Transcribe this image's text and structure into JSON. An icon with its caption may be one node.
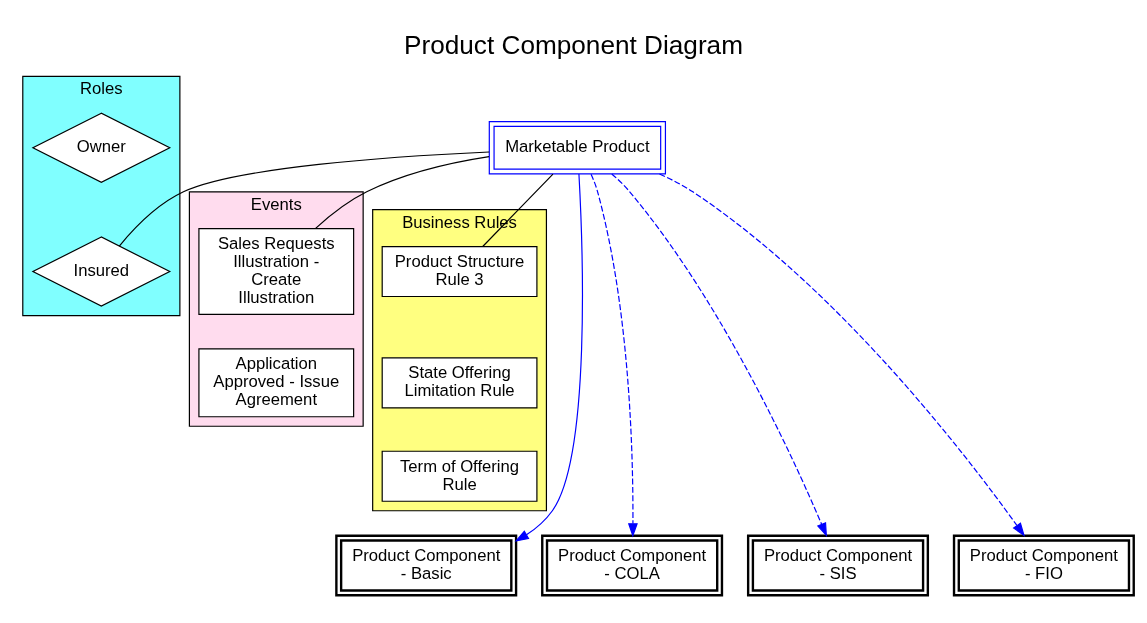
{
  "diagram": {
    "title": "Product Component Diagram",
    "nodes": [
      {
        "text": [
          "Marketable Product"
        ]
      },
      {
        "text": [
          "Roles"
        ]
      },
      {
        "text": [
          "Owner"
        ],
        "in": 1
      },
      {
        "text": [
          "Insured"
        ],
        "in": 1
      },
      {
        "text": [
          "Events"
        ]
      },
      {
        "text": [
          "Sales Requests Illustration - Create Illustration"
        ],
        "in": 4
      },
      {
        "text": [
          "Application Approved - Issue Agreement"
        ],
        "in": 4
      },
      {
        "text": [
          "Business Rules"
        ]
      },
      {
        "text": [
          "Product Structure Rule 3"
        ],
        "in": 7
      },
      {
        "text": [
          "State Offering Limitation Rule"
        ],
        "in": 7
      },
      {
        "text": [
          "Term of Offering Rule"
        ],
        "in": 7
      },
      {
        "text": [
          "Product Component - Basic"
        ]
      },
      {
        "text": [
          "Product Component - COLA"
        ]
      },
      {
        "text": [
          "Product Component - SIS"
        ]
      },
      {
        "text": [
          "Product Component - FIO"
        ]
      }
    ],
    "edges": [
      {
        "from": 0,
        "to": 3,
        "arrow": "none",
        "color": "#000000"
      },
      {
        "from": 0,
        "to": 5,
        "arrow": "none",
        "color": "#000000"
      },
      {
        "from": 0,
        "to": 8,
        "arrow": "none",
        "color": "#000000"
      },
      {
        "from": 0,
        "to": 11,
        "arrow": "to"
      },
      {
        "from": 0,
        "to": 12,
        "arrow": "to",
        "style": "dashed"
      },
      {
        "from": 0,
        "to": 13,
        "arrow": "to",
        "style": "dashed"
      },
      {
        "from": 0,
        "to": 14,
        "arrow": "to",
        "style": "dashed"
      }
    ]
  }
}
